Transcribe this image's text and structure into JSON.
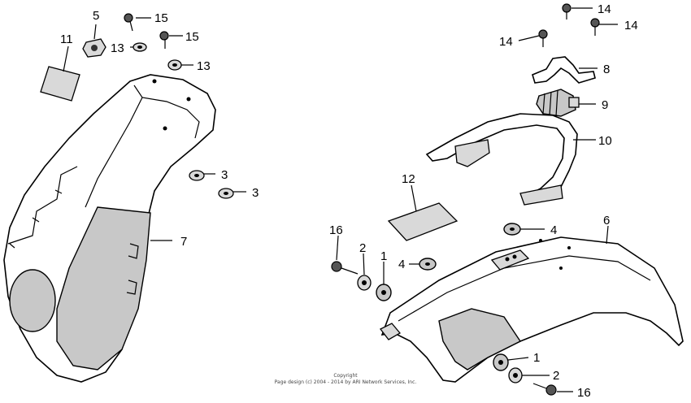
{
  "callouts": {
    "c1a": "1",
    "c1b": "1",
    "c2a": "2",
    "c2b": "2",
    "c3a": "3",
    "c3b": "3",
    "c4a": "4",
    "c4b": "4",
    "c5": "5",
    "c6": "6",
    "c7": "7",
    "c8": "8",
    "c9": "9",
    "c10": "10",
    "c11": "11",
    "c12": "12",
    "c13a": "13",
    "c13b": "13",
    "c14a": "14",
    "c14b": "14",
    "c14c": "14",
    "c15a": "15",
    "c15b": "15",
    "c16a": "16",
    "c16b": "16"
  },
  "copyright": {
    "line1": "Copyright",
    "line2": "Page design (c) 2004 - 2014 by ARI Network Services, Inc."
  }
}
